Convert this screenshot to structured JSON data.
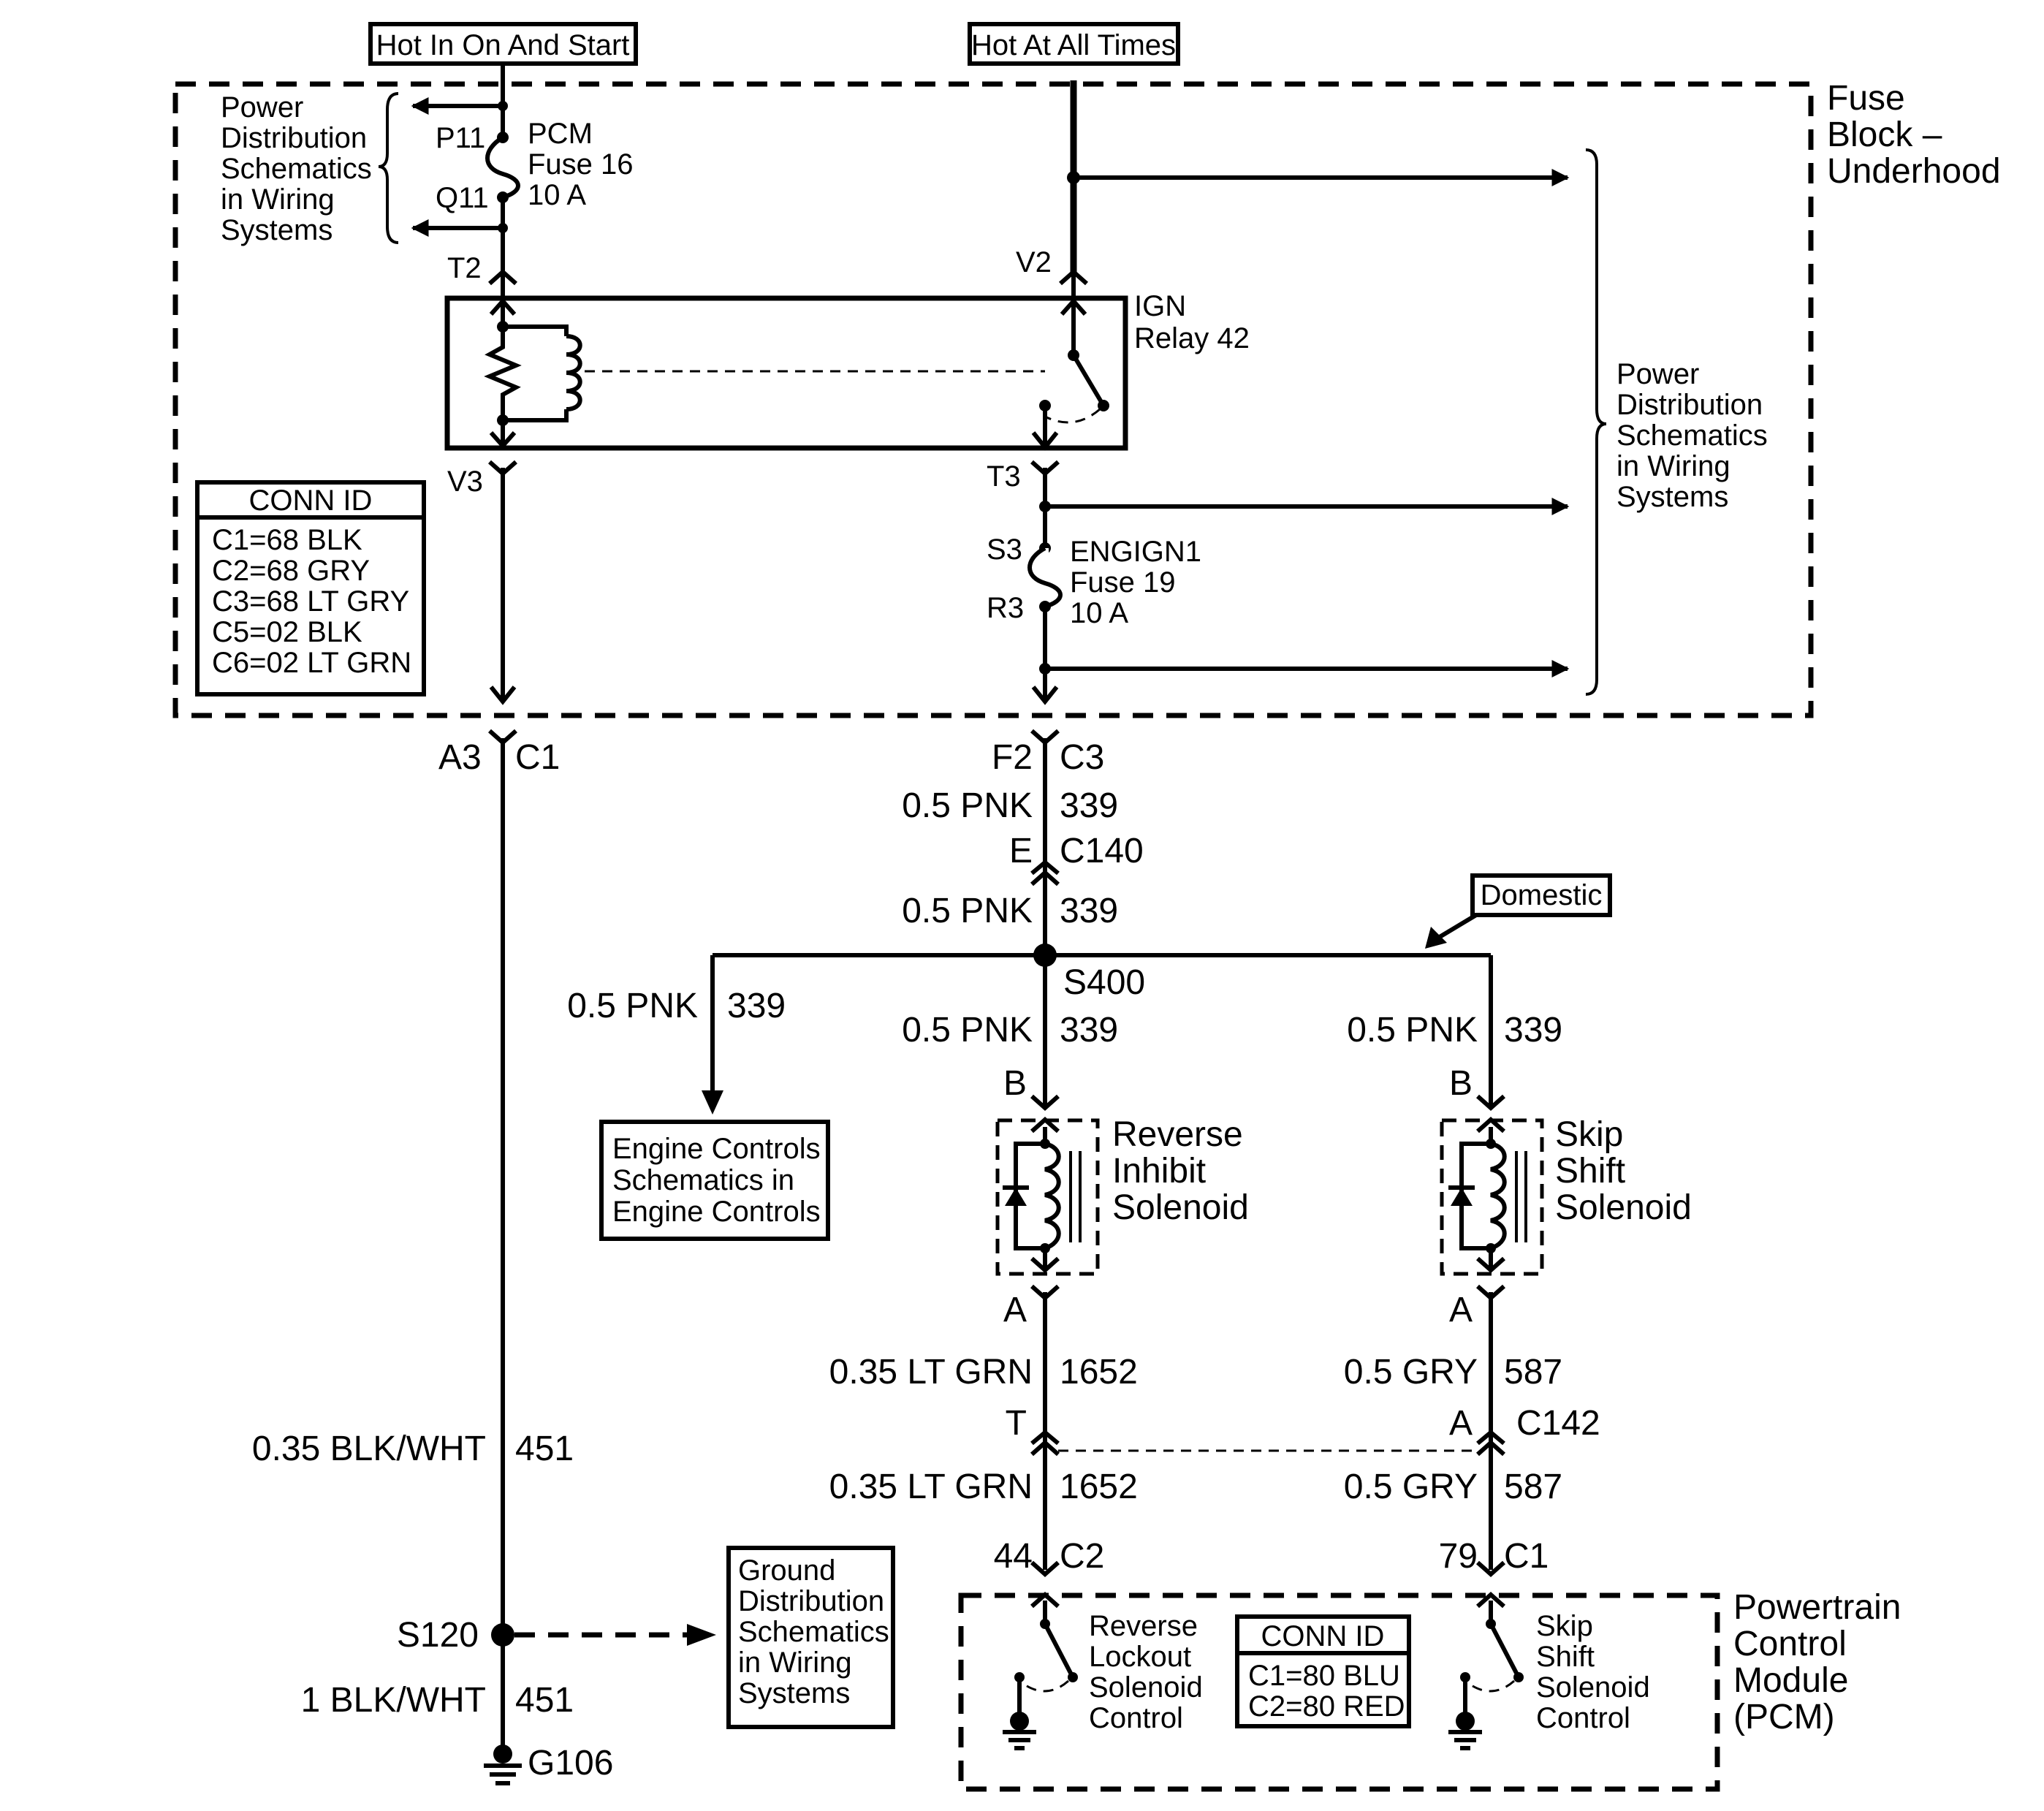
{
  "sources": {
    "hot_run_start": "Hot In On And Start",
    "hot_all_times": "Hot At All Times"
  },
  "fuse_block": {
    "title": [
      "Fuse",
      "Block –",
      "Underhood"
    ],
    "power_dist_left": [
      "Power",
      "Distribution",
      "Schematics",
      "in Wiring",
      "Systems"
    ],
    "power_dist_right": [
      "Power",
      "Distribution",
      "Schematics",
      "in Wiring",
      "Systems"
    ],
    "pcm_fuse": {
      "top_pin": "P11",
      "bottom_pin": "Q11",
      "name": [
        "PCM",
        "Fuse 16",
        "10 A"
      ]
    },
    "relay": {
      "name": [
        "IGN",
        "Relay 42"
      ],
      "pin_t2": "T2",
      "pin_v2": "V2",
      "pin_v3": "V3",
      "pin_t3": "T3"
    },
    "engign_fuse": {
      "top_pin": "S3",
      "bottom_pin": "R3",
      "name": [
        "ENGIGN1",
        "Fuse 19",
        "10 A"
      ]
    },
    "conn_id": {
      "title": "CONN ID",
      "rows": [
        "C1=68 BLK",
        "C2=68 GRY",
        "C3=68 LT GRY",
        "C5=02 BLK",
        "C6=02 LT GRN"
      ]
    }
  },
  "left_circuit": {
    "pin": "A3",
    "connector": "C1",
    "wire_color": "0.35 BLK/WHT",
    "circuit": "451",
    "splice": "S120",
    "wire_color_2": "1 BLK/WHT",
    "circuit_2": "451",
    "ground": "G106",
    "ground_dist": [
      "Ground",
      "Distribution",
      "Schematics",
      "in Wiring",
      "Systems"
    ]
  },
  "center_circuit": {
    "pin": "F2",
    "connector": "C3",
    "wire_1": "0.5 PNK",
    "circuit_1": "339",
    "c140_pin": "E",
    "c140": "C140",
    "wire_2": "0.5 PNK",
    "circuit_2": "339",
    "splice": "S400",
    "domestic": "Domestic",
    "engine_branch_wire": "0.5 PNK",
    "engine_branch_circuit": "339",
    "engine_controls": [
      "Engine Controls",
      "Schematics in",
      "Engine Controls"
    ]
  },
  "reverse_solenoid": {
    "wire_in": "0.5 PNK",
    "circuit_in": "339",
    "pin_b": "B",
    "name": [
      "Reverse",
      "Inhibit",
      "Solenoid"
    ],
    "pin_a": "A",
    "wire_out": "0.35 LT GRN",
    "circuit_out": "1652",
    "c142_pin": "T",
    "wire_out_2": "0.35 LT GRN",
    "circuit_out_2": "1652",
    "pcm_pin": "44",
    "pcm_conn": "C2"
  },
  "skip_solenoid": {
    "wire_in": "0.5 PNK",
    "circuit_in": "339",
    "pin_b": "B",
    "name": [
      "Skip",
      "Shift",
      "Solenoid"
    ],
    "pin_a": "A",
    "wire_out": "0.5 GRY",
    "circuit_out": "587",
    "c142_pin": "A",
    "c142": "C142",
    "wire_out_2": "0.5 GRY",
    "circuit_out_2": "587",
    "pcm_pin": "79",
    "pcm_conn": "C1"
  },
  "pcm": {
    "title": [
      "Powertrain",
      "Control",
      "Module",
      "(PCM)"
    ],
    "reverse_control": [
      "Reverse",
      "Lockout",
      "Solenoid",
      "Control"
    ],
    "skip_control": [
      "Skip",
      "Shift",
      "Solenoid",
      "Control"
    ],
    "conn_id": {
      "title": "CONN ID",
      "rows": [
        "C1=80 BLU",
        "C2=80 RED"
      ]
    }
  }
}
